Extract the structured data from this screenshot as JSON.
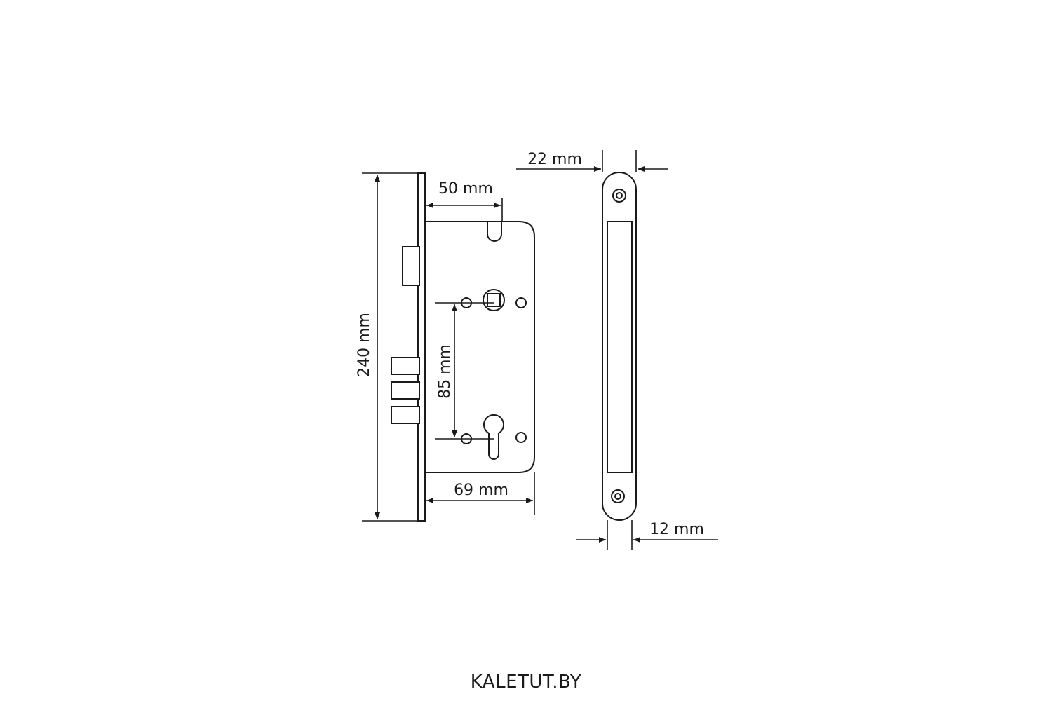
{
  "dimensions": {
    "height": "240 mm",
    "backset": "50 mm",
    "center_distance": "85 mm",
    "body_depth": "69 mm",
    "faceplate_width": "22 mm",
    "body_thickness": "12 mm"
  },
  "watermark": "KALETUT.BY",
  "colors": {
    "line": "#1a1a1a",
    "background": "#ffffff"
  }
}
